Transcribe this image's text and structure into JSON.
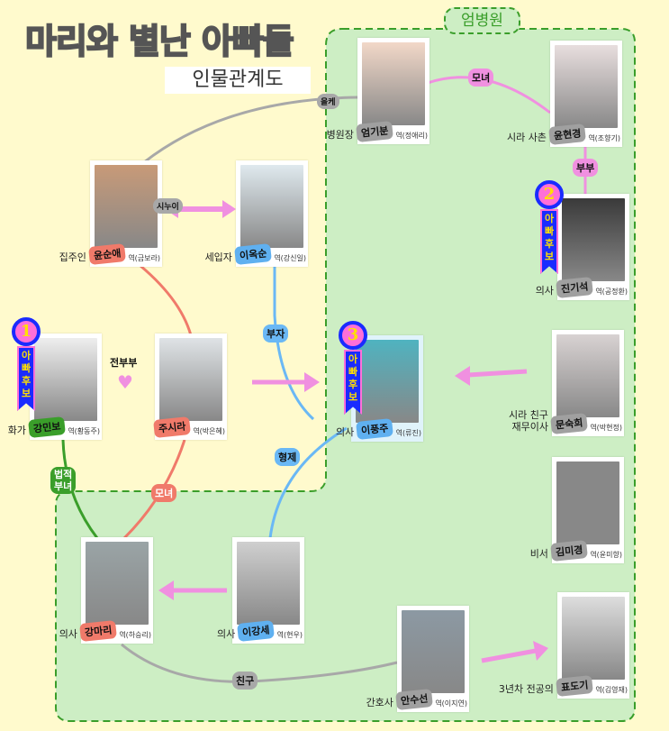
{
  "title": {
    "chars": [
      {
        "c": "마",
        "color": "#f07a6a"
      },
      {
        "c": "리",
        "color": "#fff04a"
      },
      {
        "c": "와",
        "color": "#3a9e2a"
      },
      {
        "c": "별",
        "color": "#6ab8f5"
      },
      {
        "c": "난",
        "color": "#f090e0"
      },
      {
        "c": "아",
        "color": "#cdeec4"
      },
      {
        "c": "빠",
        "color": "#ffffff"
      },
      {
        "c": "들",
        "color": "#aaaaaa"
      }
    ]
  },
  "subtitle": "인물관계도",
  "hospital_label": "엄병원",
  "characters": [
    {
      "role": "병원장",
      "name": "엄기분",
      "actor": "역(정애리)",
      "badge_color": "#a0a0a0"
    },
    {
      "role": "시라 사촌",
      "name": "윤현경",
      "actor": "역(조향기)",
      "badge_color": "#a0a0a0"
    },
    {
      "role": "의사",
      "name": "진기석",
      "actor": "역(공정환)",
      "badge_color": "#a0a0a0"
    },
    {
      "role": "집주인",
      "name": "윤순애",
      "actor": "역(금보라)",
      "badge_color": "#f07a6a"
    },
    {
      "role": "세입자",
      "name": "이옥순",
      "actor": "역(강신일)",
      "badge_color": "#5fb0f0"
    },
    {
      "role": "화가",
      "name": "강민보",
      "actor": "역(황동주)",
      "badge_color": "#3a9e2a"
    },
    {
      "role": "",
      "name": "주시라",
      "actor": "역(박은혜)",
      "badge_color": "#f07a6a"
    },
    {
      "role": "의사",
      "name": "이풍주",
      "actor": "역(류진)",
      "badge_color": "#5fb0f0"
    },
    {
      "role": "시라 친구\n재무이사",
      "name": "문숙희",
      "actor": "역(박현정)",
      "badge_color": "#a0a0a0"
    },
    {
      "role": "비서",
      "name": "김미경",
      "actor": "역(윤미향)",
      "badge_color": "#a0a0a0"
    },
    {
      "role": "의사",
      "name": "강마리",
      "actor": "역(하승리)",
      "badge_color": "#f07a6a"
    },
    {
      "role": "의사",
      "name": "이강세",
      "actor": "역(현우)",
      "badge_color": "#5fb0f0"
    },
    {
      "role": "간호사",
      "name": "안수선",
      "actor": "역(이지연)",
      "badge_color": "#a0a0a0"
    },
    {
      "role": "3년차 전공의",
      "name": "표도기",
      "actor": "역(김영재)",
      "badge_color": "#a0a0a0"
    }
  ],
  "candidates": [
    {
      "number": "1",
      "text": "아빠후보"
    },
    {
      "number": "2",
      "text": "아빠후보"
    },
    {
      "number": "3",
      "text": "아빠후보"
    }
  ],
  "relations": {
    "in_law": "올케",
    "sister_in_law": "시누이",
    "mother_daughter_top": "모녀",
    "married": "부부",
    "ex_couple": "전부부",
    "father_son": "부자",
    "brothers": "형제",
    "legal_father_daughter": "법적\n부녀",
    "mother_daughter": "모녀",
    "friends": "친구"
  },
  "colors": {
    "hospital_bg": "#cdeec4",
    "hospital_border": "#3a9e2a",
    "page_bg": "#fffacd",
    "pink": "#f090e0",
    "salmon": "#f07a6a",
    "blue": "#6ab8f5",
    "green": "#3a9e2a",
    "gray": "#a8a8a8"
  }
}
